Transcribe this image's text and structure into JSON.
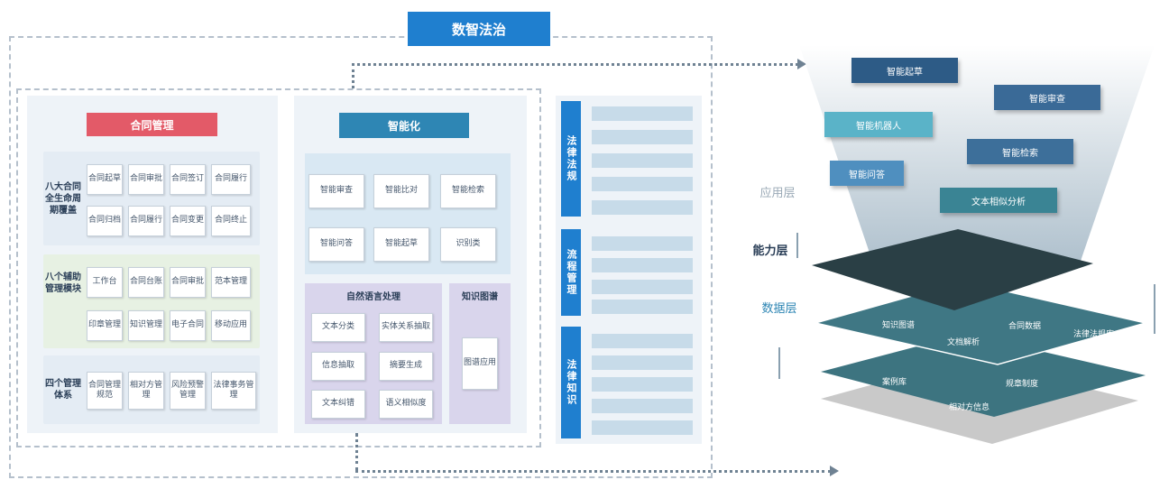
{
  "title": "数智法治",
  "left_block": {
    "header": "合同管理",
    "groups": [
      {
        "label": "八大合同全生命周期覆盖",
        "cells": [
          "合同起草",
          "合同审批",
          "合同签订",
          "合同履行",
          "合同归档",
          "合同履行",
          "合同变更",
          "合同终止"
        ]
      },
      {
        "label": "八个辅助管理模块",
        "cells": [
          "工作台",
          "合同台账",
          "合同审批",
          "范本管理",
          "印章管理",
          "知识管理",
          "电子合同",
          "移动应用"
        ]
      },
      {
        "label": "四个管理体系",
        "cells": [
          "合同管理规范",
          "相对方管理",
          "风险预警管理",
          "法律事务管理"
        ]
      }
    ]
  },
  "mid_block": {
    "header": "智能化",
    "top_cells": [
      "智能审查",
      "智能比对",
      "智能检索",
      "智能问答",
      "智能起草",
      "识别类"
    ],
    "nlp_header": "自然语言处理",
    "nlp_cells": [
      "文本分类",
      "实体关系抽取",
      "信息抽取",
      "摘要生成",
      "文本纠错",
      "语义相似度"
    ],
    "kg_header": "知识图谱",
    "kg_cell": "图谱应用"
  },
  "side_block": {
    "sections": [
      {
        "label": "法律法规",
        "items": [
          "",
          "",
          "",
          "",
          ""
        ]
      },
      {
        "label": "流程管理",
        "items": [
          "",
          "",
          "",
          ""
        ]
      },
      {
        "label": "法律知识",
        "items": [
          "",
          "",
          "",
          "",
          ""
        ]
      }
    ]
  },
  "right_block": {
    "layer_labels": [
      "应用层",
      "能力层",
      "数据层"
    ],
    "float_tags": [
      {
        "text": "智能起草",
        "color": "#2d5b86"
      },
      {
        "text": "智能审查",
        "color": "#3a6a97"
      },
      {
        "text": "智能机器人",
        "color": "#5ab3c8"
      },
      {
        "text": "智能问答",
        "color": "#4f8fbf"
      },
      {
        "text": "智能检索",
        "color": "#3d6f9a"
      },
      {
        "text": "文本相似分析",
        "color": "#3a8494"
      }
    ],
    "plane_texts": [
      "知识图谱",
      "文档解析",
      "合同数据",
      "法律法规库",
      "案例库",
      "规章制度",
      "相对方信息"
    ]
  }
}
